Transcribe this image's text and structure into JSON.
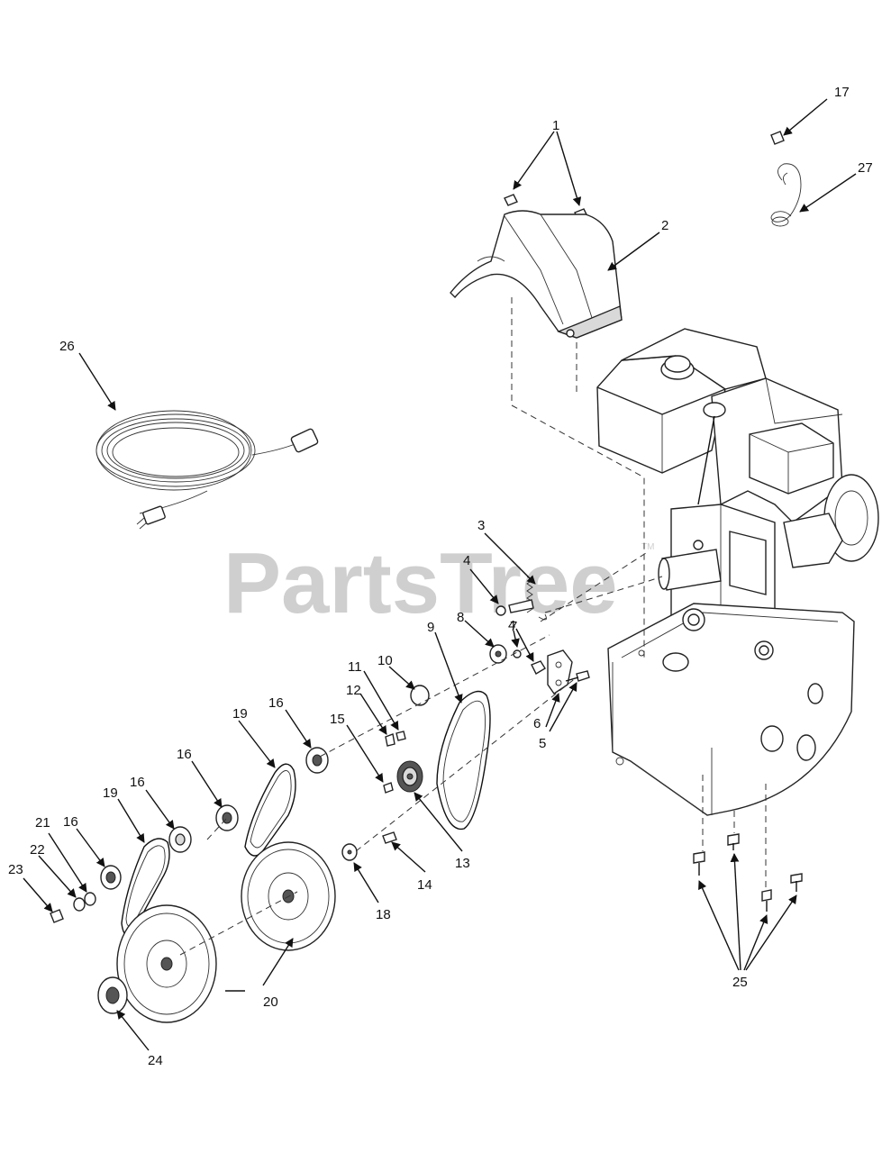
{
  "watermark": {
    "text": "PartsTree",
    "tm": "TM"
  },
  "callouts": [
    {
      "id": "c1",
      "text": "1"
    },
    {
      "id": "c2",
      "text": "2"
    },
    {
      "id": "c3",
      "text": "3"
    },
    {
      "id": "c4a",
      "text": "4"
    },
    {
      "id": "c4b",
      "text": "4"
    },
    {
      "id": "c5",
      "text": "5"
    },
    {
      "id": "c6",
      "text": "6"
    },
    {
      "id": "c7",
      "text": "7"
    },
    {
      "id": "c8",
      "text": "8"
    },
    {
      "id": "c9",
      "text": "9"
    },
    {
      "id": "c10",
      "text": "10"
    },
    {
      "id": "c11",
      "text": "11"
    },
    {
      "id": "c12",
      "text": "12"
    },
    {
      "id": "c13",
      "text": "13"
    },
    {
      "id": "c14",
      "text": "14"
    },
    {
      "id": "c15",
      "text": "15"
    },
    {
      "id": "c16a",
      "text": "16"
    },
    {
      "id": "c16b",
      "text": "16"
    },
    {
      "id": "c16c",
      "text": "16"
    },
    {
      "id": "c16d",
      "text": "16"
    },
    {
      "id": "c17",
      "text": "17"
    },
    {
      "id": "c18",
      "text": "18"
    },
    {
      "id": "c19a",
      "text": "19"
    },
    {
      "id": "c19b",
      "text": "19"
    },
    {
      "id": "c20",
      "text": "20"
    },
    {
      "id": "c21",
      "text": "21"
    },
    {
      "id": "c22",
      "text": "22"
    },
    {
      "id": "c23",
      "text": "23"
    },
    {
      "id": "c24",
      "text": "24"
    },
    {
      "id": "c25",
      "text": "25"
    },
    {
      "id": "c26",
      "text": "26"
    },
    {
      "id": "c27",
      "text": "27"
    }
  ]
}
